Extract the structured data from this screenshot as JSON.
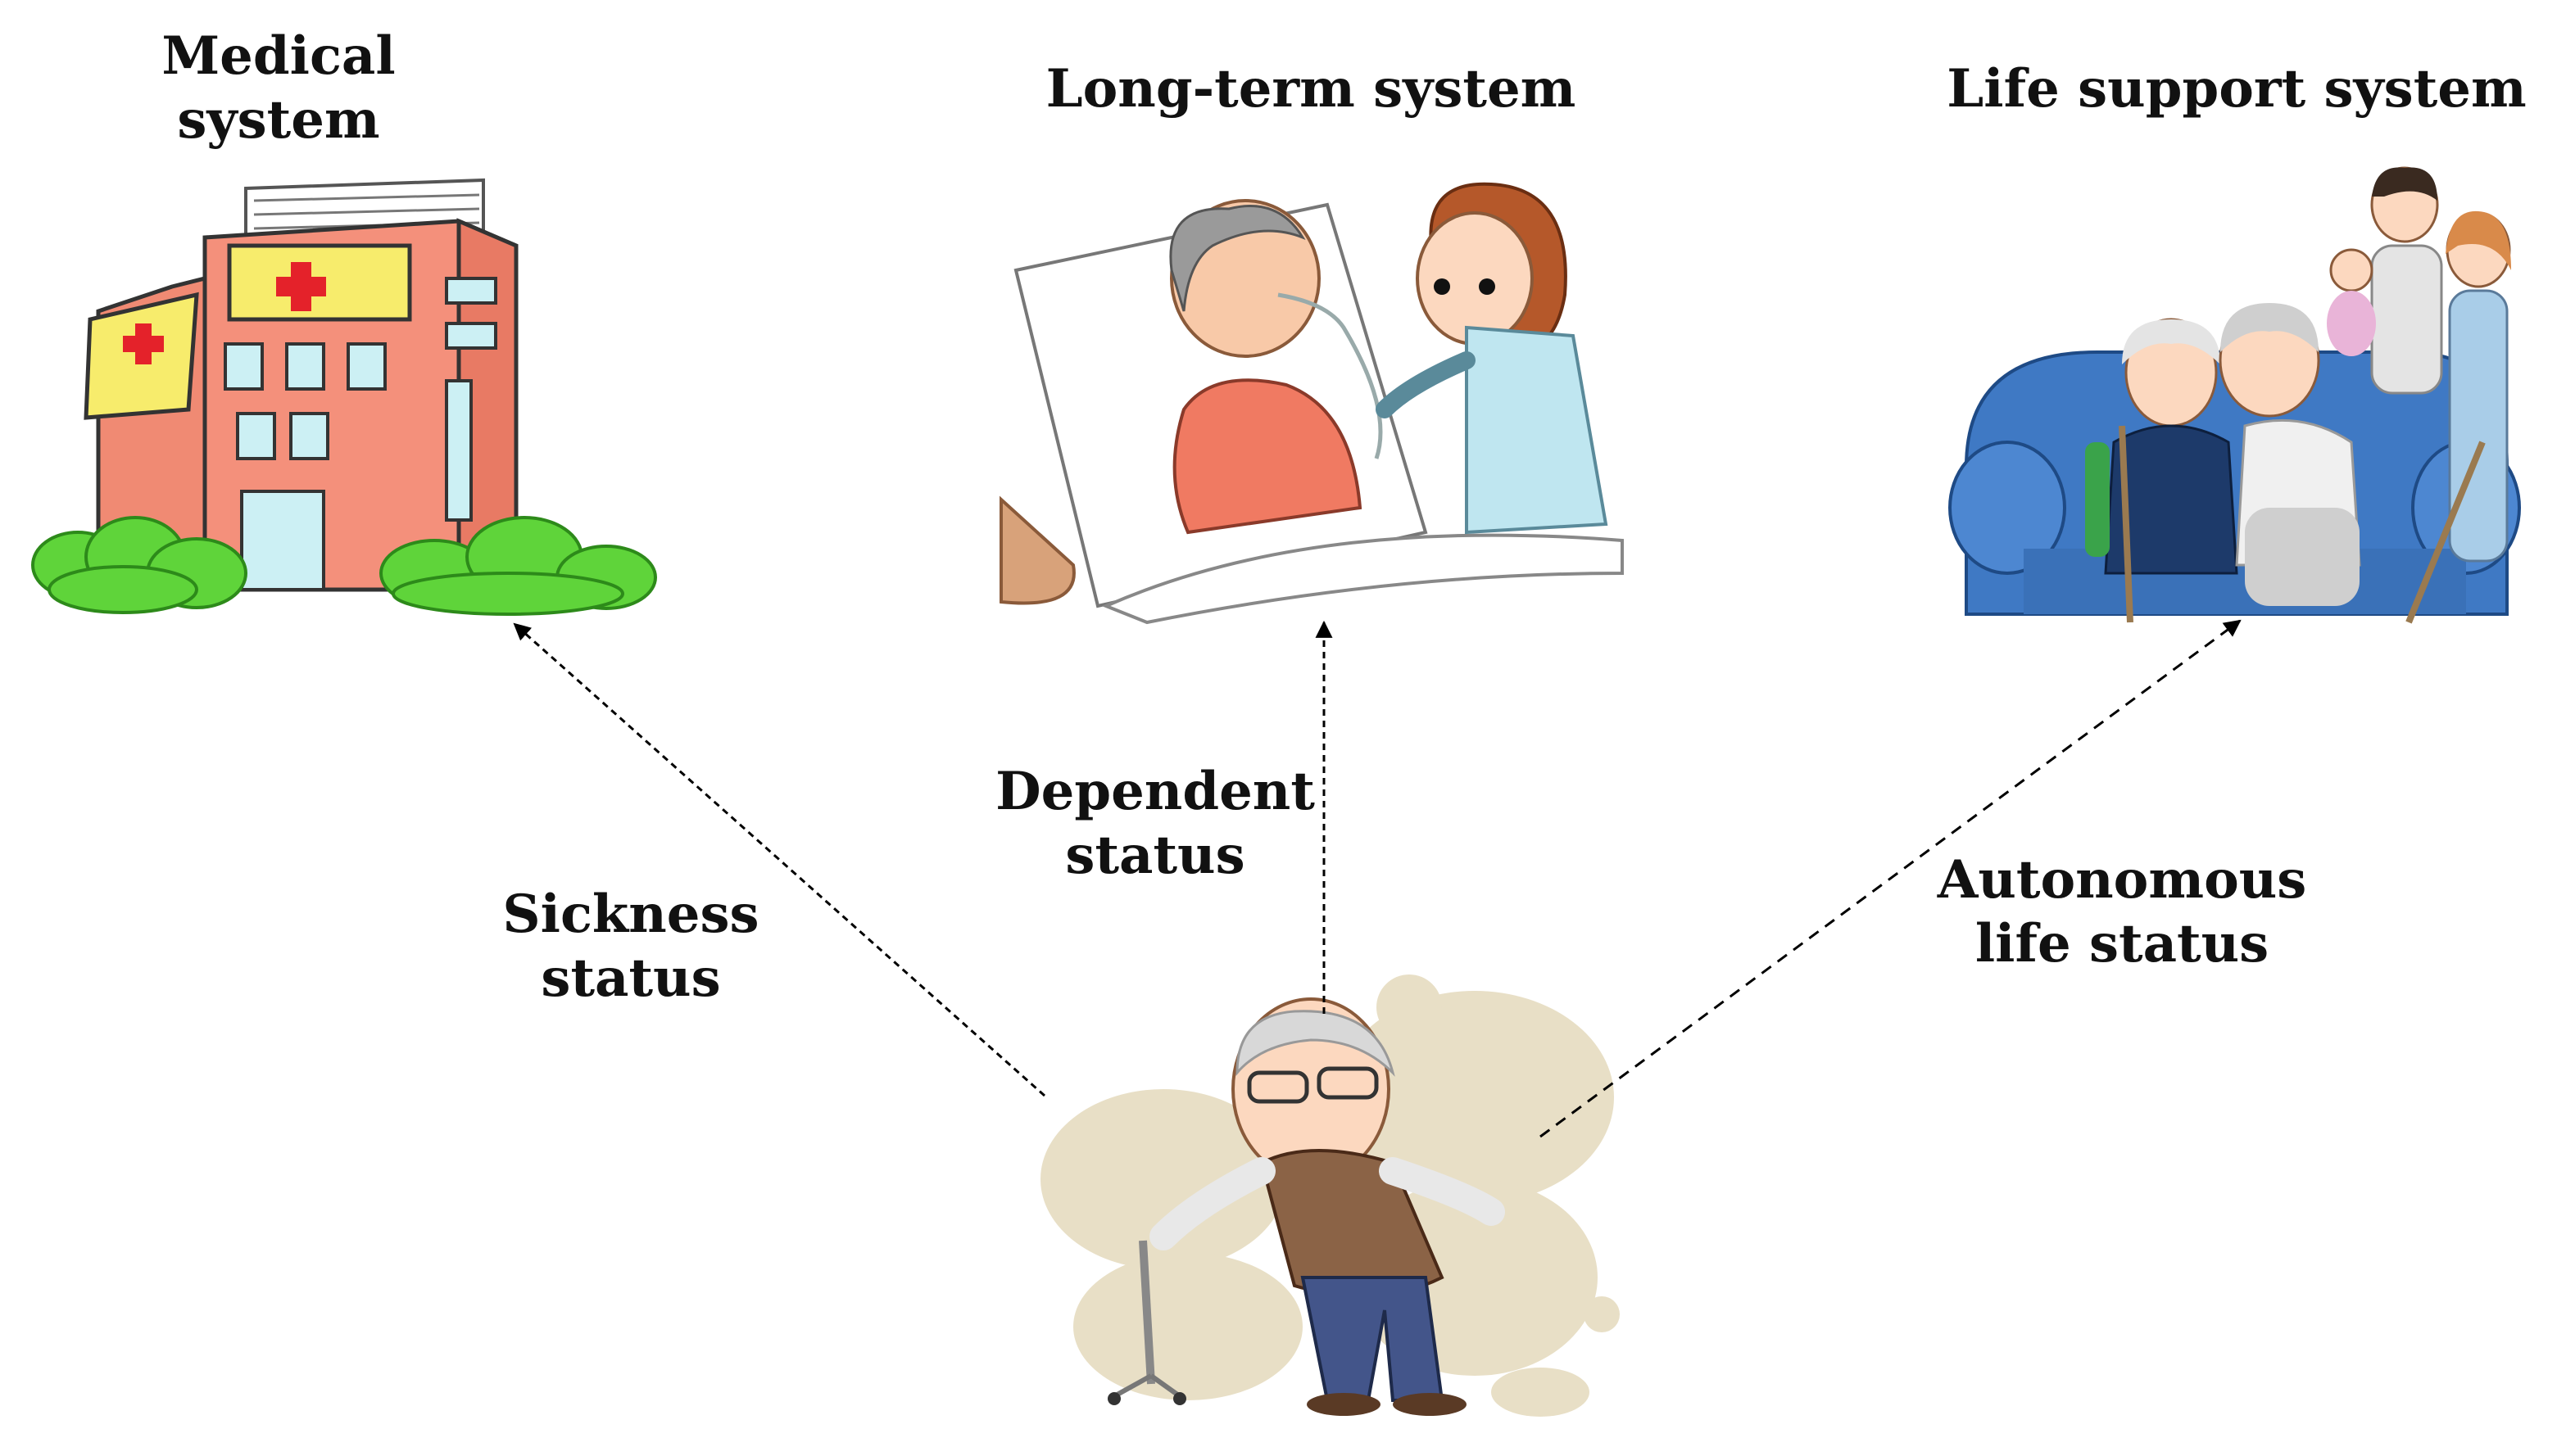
{
  "systems": {
    "medical": {
      "line1": "Medical",
      "line2": "system",
      "icon": "hospital-icon"
    },
    "long_term": {
      "title": "Long-term system",
      "icon": "bedridden-patient-with-nurse-icon"
    },
    "life_support": {
      "title": "Life support system",
      "icon": "family-with-elderly-couple-icon"
    }
  },
  "statuses": {
    "sickness": {
      "line1": "Sickness",
      "line2": "status"
    },
    "dependent": {
      "line1": "Dependent",
      "line2": "status"
    },
    "autonomous": {
      "line1": "Autonomous",
      "line2": "life status"
    }
  },
  "elder": {
    "icon": "elderly-man-with-cane-icon"
  },
  "colors": {
    "hospital": "#f4907b",
    "hospital_sign": "#f7ec6c",
    "cross": "#e4222a",
    "bush": "#5fd43a",
    "sofa": "#3f79c4",
    "blob": "#e8dfc6",
    "arrow": "#000000"
  }
}
